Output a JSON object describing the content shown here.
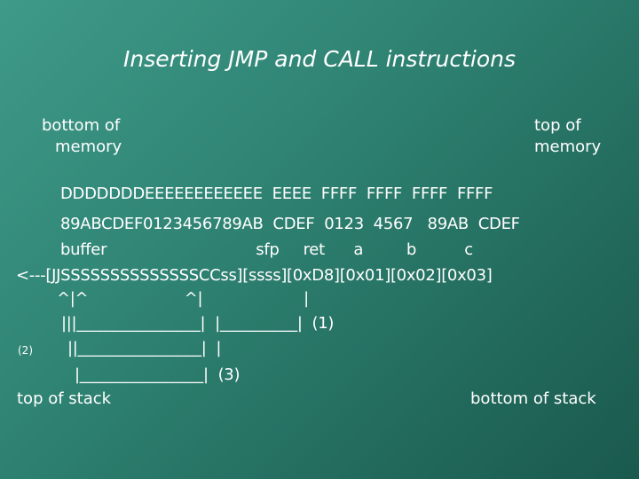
{
  "title": "Inserting JMP and CALL instructions",
  "bottom_of_memory": [
    "bottom of",
    "memory"
  ],
  "top_of_memory": [
    "top of",
    "memory"
  ],
  "lines": [
    "DDDDDDDEEEEEEEEEEEE  EEEE  FFFF  FFFF  FFFF  FFFF",
    "89ABCDEF0123456789AB  CDEF  0123  4567   89AB  CDEF",
    "buffer                               sfp     ret      a         b          c",
    "<---[JJSSSSSSSSSSSSSSCCss][ssss][0xD8][0x01][0x02][0x03]",
    "^|^                    ^|                     |",
    "|||________________|  |__________|  (1)",
    "||________________|  |",
    "|________________|  (3)"
  ],
  "label_2": "(2)",
  "top_of_stack": "top of stack",
  "bottom_of_stack": "bottom of stack"
}
